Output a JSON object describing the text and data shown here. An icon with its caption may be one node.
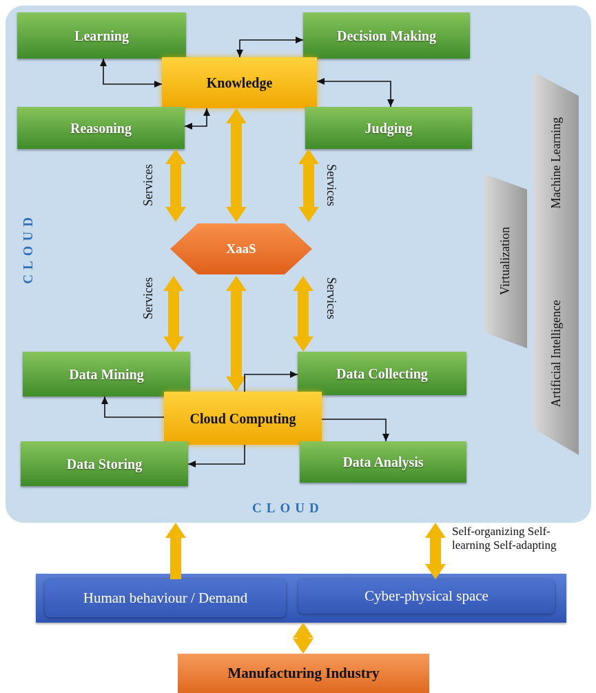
{
  "diagram": {
    "nodes": [
      {
        "text": [
          "CLOUD",
          "CLOUD"
        ]
      },
      {
        "text": [
          "Learning"
        ],
        "in": 0
      },
      {
        "text": [
          "Decision Making"
        ],
        "in": 0
      },
      {
        "text": [
          "Knowledge"
        ],
        "in": 0
      },
      {
        "text": [
          "Reasoning"
        ],
        "in": 0
      },
      {
        "text": [
          "Judging"
        ],
        "in": 0
      },
      {
        "text": [
          "XaaS"
        ],
        "in": 0
      },
      {
        "text": [
          "Data Mining"
        ],
        "in": 0
      },
      {
        "text": [
          "Data Collecting"
        ],
        "in": 0
      },
      {
        "text": [
          "Cloud Computing"
        ],
        "in": 0
      },
      {
        "text": [
          "Data Storing"
        ],
        "in": 0
      },
      {
        "text": [
          "Data Analysis"
        ],
        "in": 0
      },
      {
        "text": [
          "Machine Learning"
        ],
        "in": 0
      },
      {
        "text": [
          "Virtualization"
        ],
        "in": 0
      },
      {
        "text": [
          "Artificial Intelligence"
        ],
        "in": 0
      },
      {
        "text": [],
        "shape": "bar"
      },
      {
        "text": [
          "Human behaviour / Demand"
        ],
        "in": 15
      },
      {
        "text": [
          "Cyber-physical space"
        ],
        "in": 15
      },
      {
        "text": [
          "Manufacturing Industry"
        ]
      }
    ],
    "edges": [
      {
        "from": 3,
        "to": 1,
        "arrow": "both",
        "color": "#111111"
      },
      {
        "from": 3,
        "to": 2,
        "arrow": "both",
        "color": "#111111"
      },
      {
        "from": 3,
        "to": 5,
        "arrow": "both",
        "color": "#111111"
      },
      {
        "from": 3,
        "to": 4,
        "arrow": "both",
        "color": "#111111"
      },
      {
        "from": 4,
        "to": 6,
        "arrow": "both",
        "label": "Services"
      },
      {
        "from": 3,
        "to": 6,
        "arrow": "both"
      },
      {
        "from": 5,
        "to": 6,
        "arrow": "both",
        "label": "Services"
      },
      {
        "from": 6,
        "to": 7,
        "arrow": "both",
        "label": "Services"
      },
      {
        "from": 6,
        "to": 9,
        "arrow": "both"
      },
      {
        "from": 6,
        "to": 8,
        "arrow": "both",
        "label": "Services"
      },
      {
        "from": 9,
        "to": 7,
        "arrow": "to",
        "color": "#111111"
      },
      {
        "from": 9,
        "to": 8,
        "arrow": "to",
        "color": "#111111"
      },
      {
        "from": 9,
        "to": 11,
        "arrow": "to",
        "color": "#111111"
      },
      {
        "from": 9,
        "to": 10,
        "arrow": "to",
        "color": "#111111"
      },
      {
        "from": 16,
        "to": 0,
        "arrow": "to"
      },
      {
        "from": 17,
        "to": 0,
        "arrow": "both",
        "label": "Self-organizing Self-learning Self-adapting"
      },
      {
        "from": 18,
        "to": 15,
        "arrow": "both"
      }
    ]
  }
}
